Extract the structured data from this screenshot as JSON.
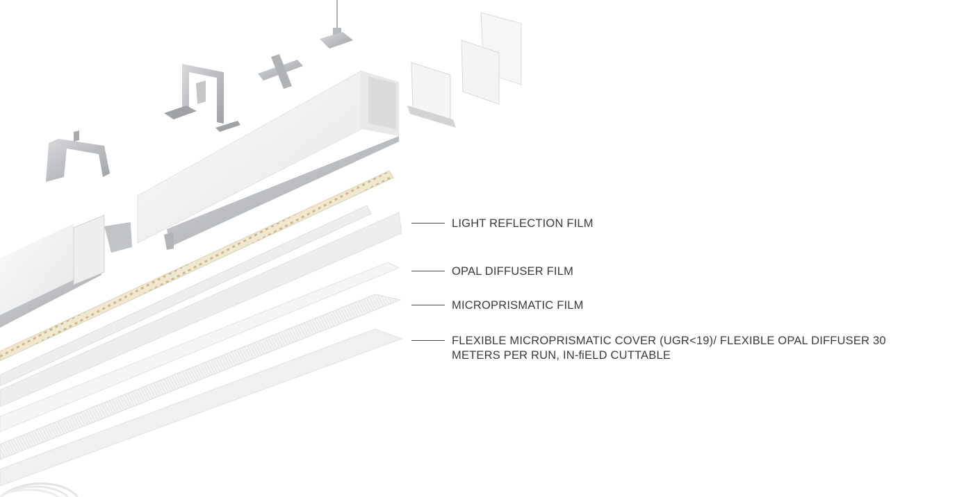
{
  "callouts": [
    {
      "label": "LIGHT REFLECTION FILM"
    },
    {
      "label": "OPAL DIFFUSER FILM"
    },
    {
      "label": "MICROPRISMATIC FILM"
    },
    {
      "label": "FLEXIBLE MICROPRISMATIC COVER (UGR<19)/ FLEXIBLE OPAL DIFFUSER 30\nMETERS PER RUN, IN-ﬁELD CUTTABLE"
    }
  ],
  "colors": {
    "background": "#ffffff",
    "profile": "#f2f2f2",
    "metal": "#b9bcbf",
    "led_strip": "#e3d6b3",
    "label_text": "#3a3a3a"
  }
}
